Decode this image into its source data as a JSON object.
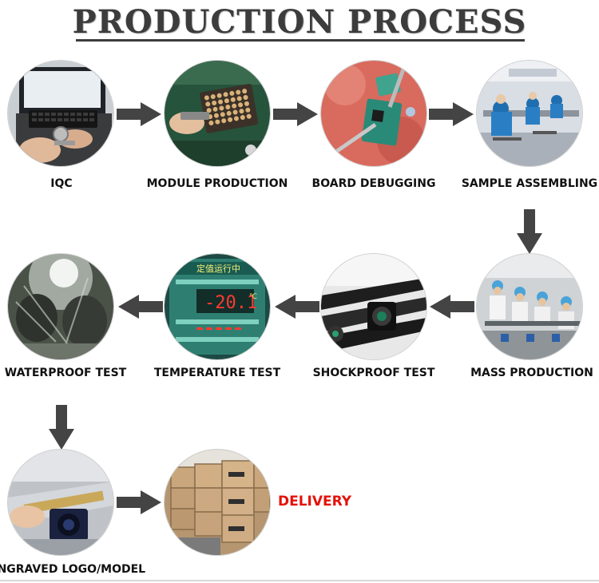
{
  "title": "PRODUCTION PROCESS",
  "steps": [
    {
      "label": "IQC",
      "scene": "inspection bench"
    },
    {
      "label": "MODULE PRODUCTION",
      "scene": "component tray"
    },
    {
      "label": "BOARD DEBUGGING",
      "scene": "circuit board"
    },
    {
      "label": "SAMPLE ASSEMBLING",
      "scene": "assembly workshop"
    },
    {
      "label": "MASS PRODUCTION",
      "scene": "production line"
    },
    {
      "label": "SHOCKPROOF TEST",
      "scene": "test rails"
    },
    {
      "label": "TEMPERATURE TEST",
      "scene": "temperature display"
    },
    {
      "label": "WATERPROOF TEST",
      "scene": "water spray"
    },
    {
      "label": "ENGRAVED LOGO/MODEL",
      "scene": "engraving machine"
    }
  ],
  "temperature_display": {
    "header": "定值运行中",
    "reading": "-20.1",
    "unit": "℃"
  },
  "final_label": "DELIVERY",
  "colors": {
    "arrow": "#444444",
    "delivery": "#e3120b",
    "title": "#3c3c3c"
  }
}
